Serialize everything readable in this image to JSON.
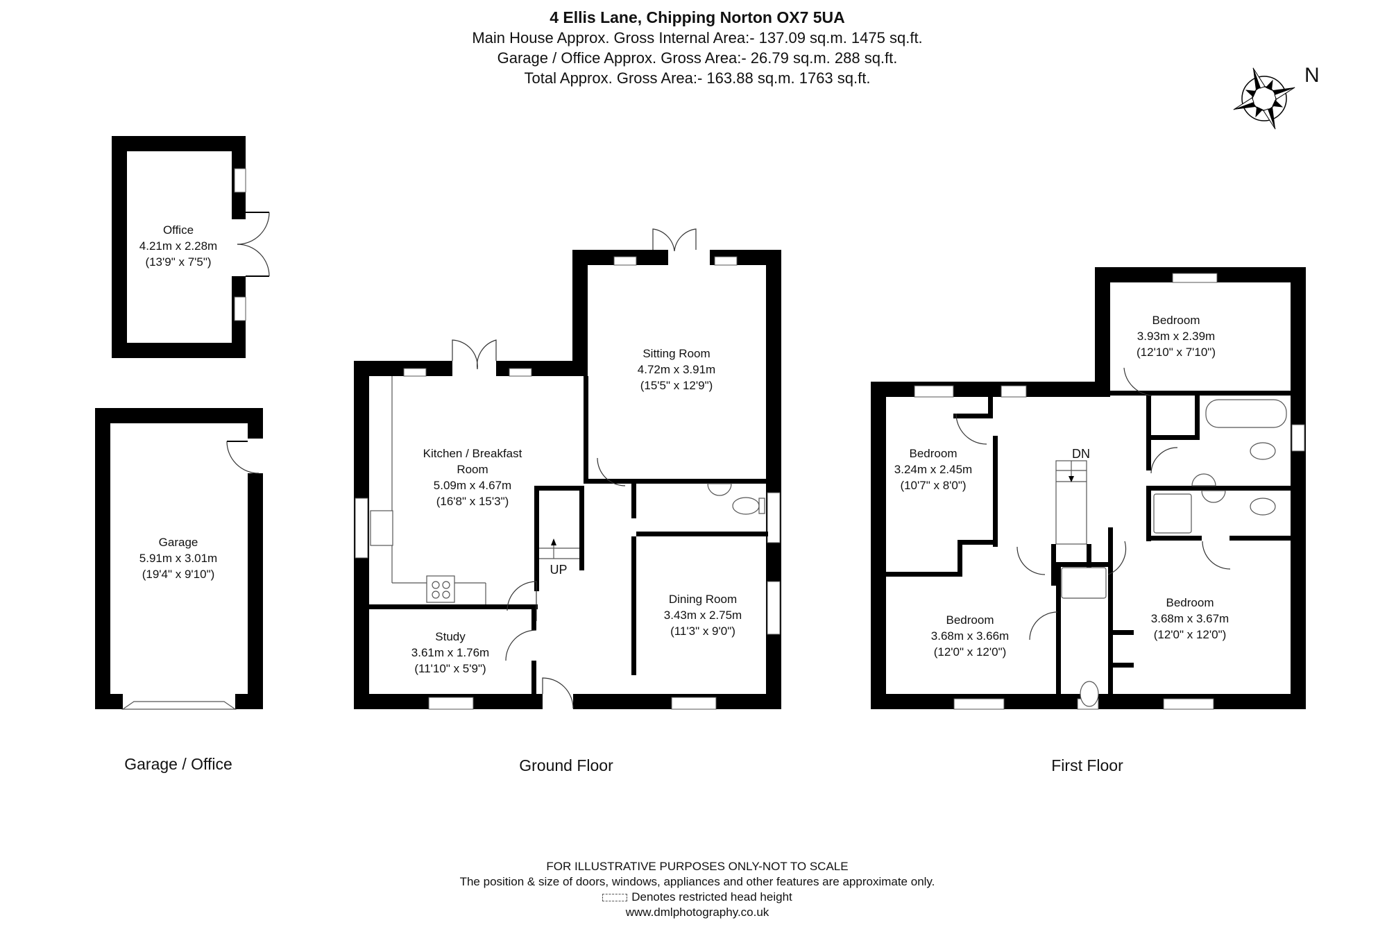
{
  "header": {
    "title": "4 Ellis Lane, Chipping Norton OX7 5UA",
    "main_house_area": "Main House Approx. Gross Internal Area:- 137.09 sq.m. 1475 sq.ft.",
    "garage_office_area": "Garage / Office Approx. Gross Area:- 26.79 sq.m. 288 sq.ft.",
    "total_area": "Total Approx. Gross Area:- 163.88 sq.m. 1763 sq.ft."
  },
  "compass": {
    "icon": "compass-rose-icon",
    "north_label": "N"
  },
  "floors": {
    "garage_office": {
      "label": "Garage / Office",
      "rooms": [
        {
          "name": "Office",
          "metric": "4.21m x 2.28m",
          "imperial": "(13'9\" x 7'5\")"
        },
        {
          "name": "Garage",
          "metric": "5.91m x 3.01m",
          "imperial": "(19'4\" x 9'10\")"
        }
      ]
    },
    "ground": {
      "label": "Ground Floor",
      "rooms": [
        {
          "name": "Kitchen / Breakfast",
          "name2": "Room",
          "metric": "5.09m x 4.67m",
          "imperial": "(16'8\" x 15'3\")"
        },
        {
          "name": "Sitting Room",
          "metric": "4.72m x 3.91m",
          "imperial": "(15'5\" x 12'9\")"
        },
        {
          "name": "Dining Room",
          "metric": "3.43m x 2.75m",
          "imperial": "(11'3\" x 9'0\")"
        },
        {
          "name": "Study",
          "metric": "3.61m x 1.76m",
          "imperial": "(11'10\" x 5'9\")"
        }
      ],
      "stair_marker": "UP"
    },
    "first": {
      "label": "First Floor",
      "rooms": [
        {
          "name": "Bedroom",
          "metric": "3.93m x 2.39m",
          "imperial": "(12'10\" x 7'10\")"
        },
        {
          "name": "Bedroom",
          "metric": "3.24m x 2.45m",
          "imperial": "(10'7\" x 8'0\")"
        },
        {
          "name": "Bedroom",
          "metric": "3.68m x 3.66m",
          "imperial": "(12'0\" x 12'0\")"
        },
        {
          "name": "Bedroom",
          "metric": "3.68m x 3.67m",
          "imperial": "(12'0\" x 12'0\")"
        }
      ],
      "stair_marker": "DN"
    }
  },
  "footer": {
    "disclaimer": "FOR ILLUSTRATIVE PURPOSES ONLY-NOT TO SCALE",
    "note": "The position & size of doors, windows, appliances and other features are approximate only.",
    "legend": "Denotes restricted head height",
    "website": "www.dmlphotography.co.uk"
  },
  "colors": {
    "wall": "#000000",
    "background": "#ffffff",
    "text": "#111111",
    "fixture_line": "#555555"
  }
}
